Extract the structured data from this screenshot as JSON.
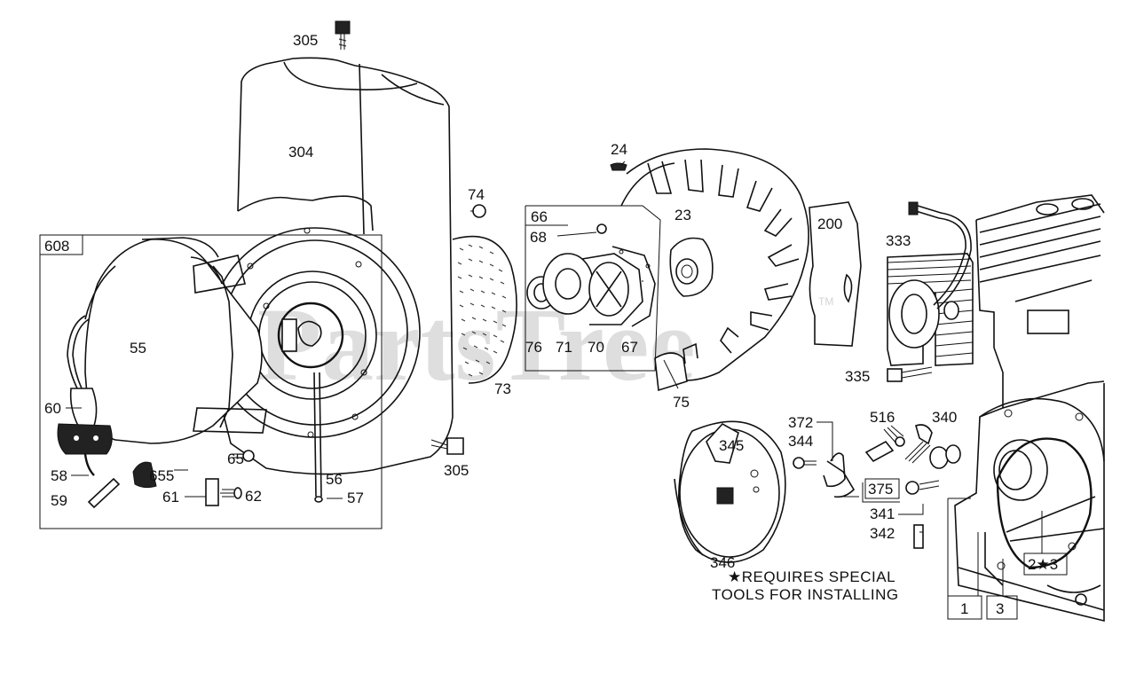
{
  "watermark": {
    "text": "PartsTree",
    "tm": "TM"
  },
  "note": {
    "line1": "★REQUIRES SPECIAL",
    "line2": "TOOLS FOR INSTALLING"
  },
  "labels": {
    "l305_top": "305",
    "l304": "304",
    "l608": "608",
    "l55": "55",
    "l60": "60",
    "l58": "58",
    "l59": "59",
    "l655": "655",
    "l61": "61",
    "l62": "62",
    "l65": "65",
    "l56": "56",
    "l57": "57",
    "l305_bottom": "305",
    "l74": "74",
    "l73": "73",
    "l66": "66",
    "l68": "68",
    "l76": "76",
    "l71": "71",
    "l70": "70",
    "l67": "67",
    "l24": "24",
    "l23": "23",
    "l75": "75",
    "l200": "200",
    "l333": "333",
    "l335": "335",
    "l345": "345",
    "l346": "346",
    "l372": "372",
    "l344": "344",
    "l516": "516",
    "l340": "340",
    "l375": "375",
    "l341": "341",
    "l342": "342",
    "l2star3": "2★3",
    "l1": "1",
    "l3": "3"
  }
}
